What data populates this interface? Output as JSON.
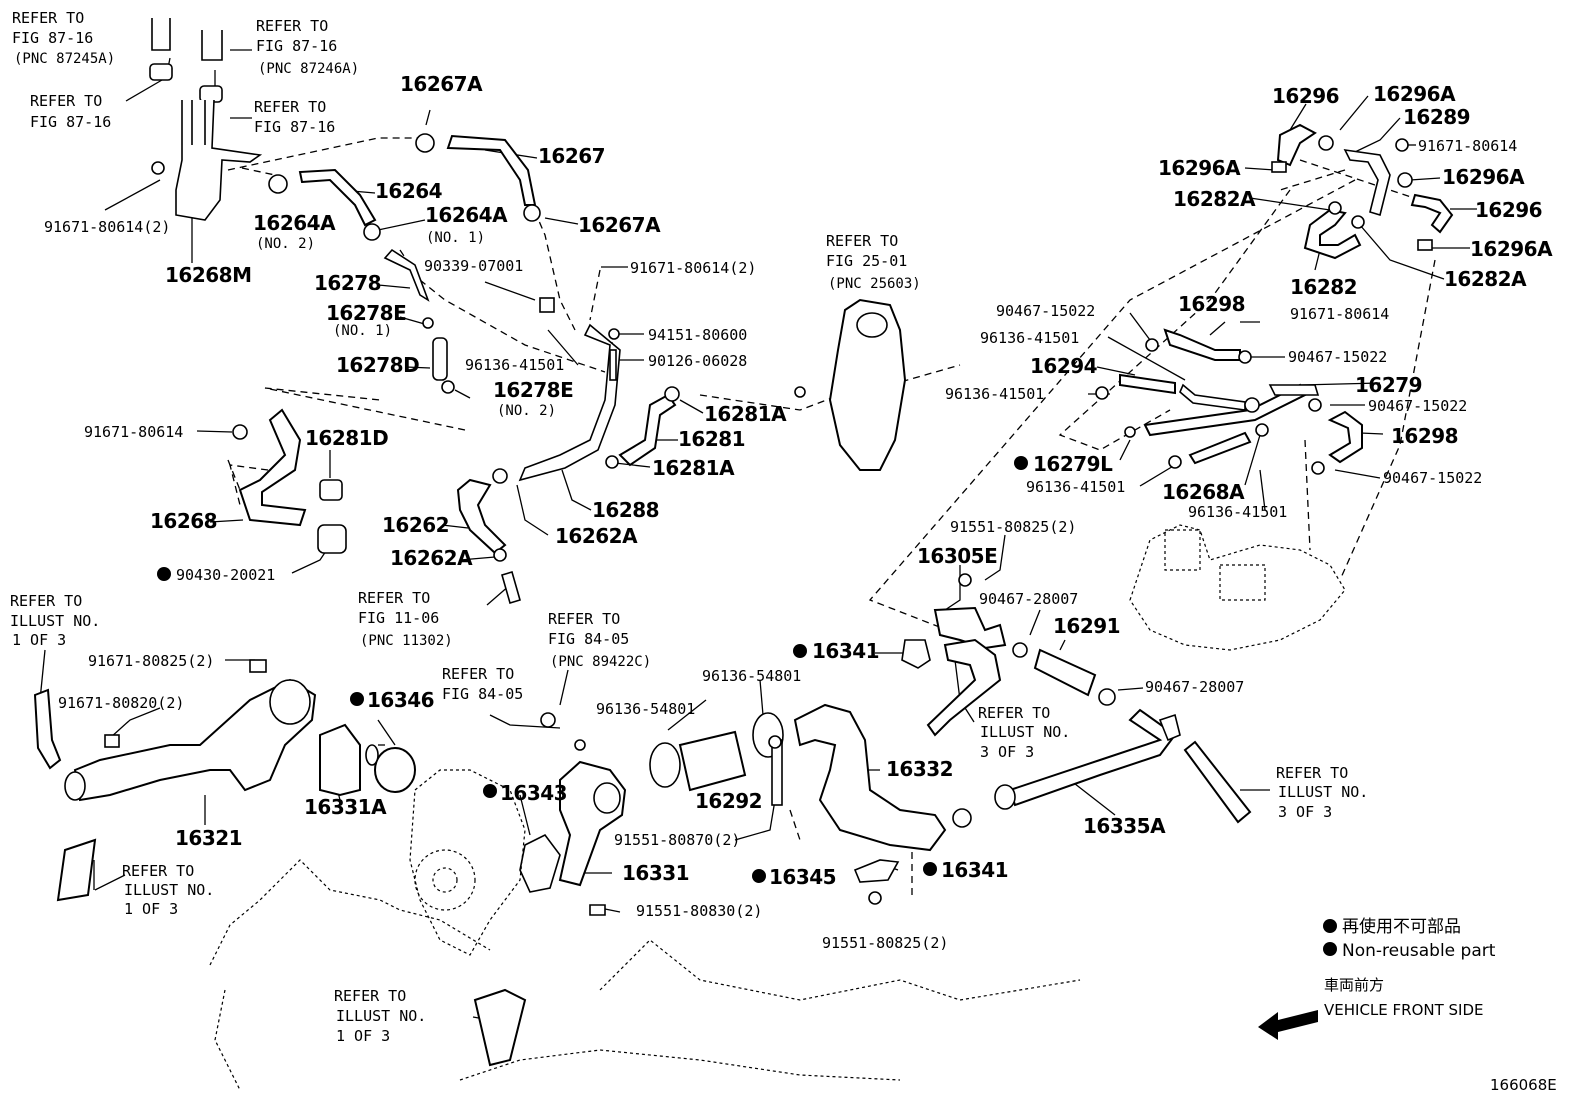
{
  "diagram_code": "166068E",
  "legend": {
    "jp": "再使用不可部品",
    "en": "Non-reusable part",
    "front_jp": "車両前方",
    "front_en": "VEHICLE FRONT SIDE"
  },
  "refs": {
    "r1": [
      "REFER TO",
      "FIG 87-16",
      "(PNC 87245A)"
    ],
    "r2": [
      "REFER TO",
      "FIG 87-16",
      "(PNC 87246A)"
    ],
    "r3": [
      "REFER TO",
      "FIG 87-16"
    ],
    "r4": [
      "REFER TO",
      "FIG 87-16"
    ],
    "r5": [
      "REFER TO",
      "FIG 25-01",
      "(PNC 25603)"
    ],
    "r6": [
      "REFER TO",
      "FIG 11-06",
      "(PNC 11302)"
    ],
    "r7": [
      "REFER TO",
      "ILLUST NO.",
      "1 OF 3"
    ],
    "r8": [
      "REFER TO",
      "FIG 84-05",
      "(PNC 89422C)"
    ],
    "r9": [
      "REFER TO",
      "FIG 84-05"
    ],
    "r10": [
      "REFER TO",
      "ILLUST NO.",
      "3 OF 3"
    ],
    "r11": [
      "REFER TO",
      "ILLUST NO.",
      "3 OF 3"
    ],
    "r12": [
      "REFER TO",
      "ILLUST NO.",
      "1 OF 3"
    ],
    "r13": [
      "REFER TO",
      "ILLUST NO.",
      "1 OF 3"
    ]
  },
  "labels": {
    "p16267A_1": "16267A",
    "p16267": "16267",
    "p16267A_2": "16267A",
    "p16264": "16264",
    "p16264A_1": "16264A",
    "n_no1_a": "(NO. 1)",
    "p16264A_2": "16264A",
    "n_no2_a": "(NO. 2)",
    "p16268M": "16268M",
    "p16278": "16278",
    "p16278E_1": "16278E",
    "n_no1_b": "(NO. 1)",
    "p16278D": "16278D",
    "p16278E_2": "16278E",
    "n_no2_b": "(NO. 2)",
    "p16281D": "16281D",
    "p16268": "16268",
    "p16262": "16262",
    "p16262A_1": "16262A",
    "p16262A_2": "16262A",
    "p16288": "16288",
    "p16281A_1": "16281A",
    "p16281": "16281",
    "p16281A_2": "16281A",
    "p16296": "16296",
    "p16296A_1": "16296A",
    "p16289": "16289",
    "p16296A_2": "16296A",
    "p16296A_3": "16296A",
    "p16282A_1": "16282A",
    "p16296_2": "16296",
    "p16296A_4": "16296A",
    "p16282": "16282",
    "p16282A_2": "16282A",
    "p16298": "16298",
    "p16294": "16294",
    "p16279": "16279",
    "p16298_2": "16298",
    "p16279L": "16279L",
    "p16268A": "16268A",
    "p16305E": "16305E",
    "p16291": "16291",
    "p16341_1": "16341",
    "p16346": "16346",
    "p16331A": "16331A",
    "p16321": "16321",
    "p16343": "16343",
    "p16331": "16331",
    "p16292": "16292",
    "p16332": "16332",
    "p16345": "16345",
    "p16341_2": "16341",
    "p16335A": "16335A"
  },
  "pn": {
    "a1": "91671-80614(2)",
    "a2": "90339-07001",
    "a3": "91671-80614(2)",
    "a4": "94151-80600",
    "a5": "96136-41501",
    "a6": "90126-06028",
    "a7": "91671-80614",
    "a8": "90430-20021",
    "a9": "91671-80614",
    "a10": "90467-15022",
    "a11": "91671-80614",
    "a12": "96136-41501",
    "a13": "90467-15022",
    "a14": "96136-41501",
    "a15": "90467-15022",
    "a16": "96136-41501",
    "a17": "90467-15022",
    "a18": "96136-41501",
    "a19": "91551-80825(2)",
    "a20": "90467-28007",
    "a21": "90467-28007",
    "a22": "91671-80825(2)",
    "a23": "91671-80820(2)",
    "a24": "96136-54801",
    "a25": "96136-54801",
    "a26": "91551-80870(2)",
    "a27": "91551-80830(2)",
    "a28": "91551-80825(2)"
  }
}
